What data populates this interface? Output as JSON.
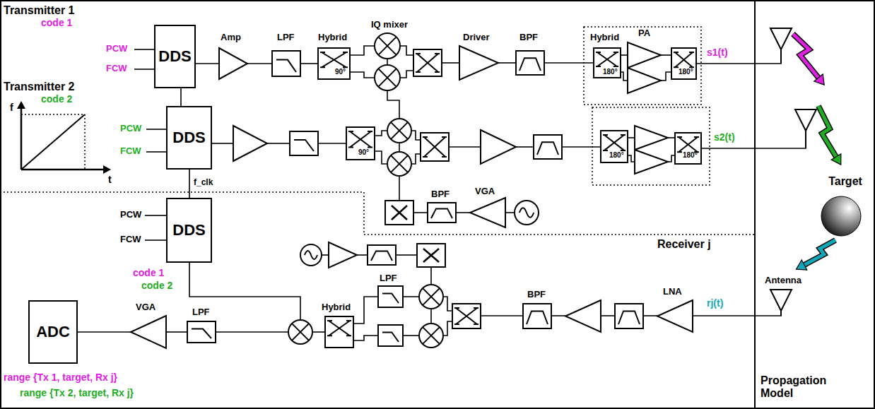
{
  "diagram": {
    "nodes": [
      {
        "text": [
          "DDS"
        ]
      },
      {
        "text": [
          "DDS"
        ]
      },
      {
        "text": [
          "DDS"
        ]
      },
      {
        "text": [
          "ADC"
        ]
      },
      {
        "text": [
          "Target"
        ]
      }
    ],
    "edges": [
      {
        "from": 0,
        "to": 1,
        "arrow": "none"
      },
      {
        "from": 1,
        "to": 2,
        "arrow": "none",
        "label": "f_clk"
      }
    ],
    "labels": [
      "Transmitter 1",
      "code 1",
      "PCW",
      "FCW",
      "Amp",
      "LPF",
      "Hybrid",
      "90°",
      "IQ mixer",
      "Driver",
      "BPF",
      "Hybrid",
      "180°",
      "PA",
      "180°",
      "s1(t)",
      "Transmitter 2",
      "code 2",
      "f",
      "t",
      "PCW",
      "FCW",
      "90°",
      "180°",
      "180°",
      "s2(t)",
      "BPF",
      "VGA",
      "PCW",
      "FCW",
      "code 1",
      "code 2",
      "Receiver j",
      "Antenna",
      "LNA",
      "BPF",
      "Hybrid",
      "LPF",
      "VGA",
      "LPF",
      "rj(t)",
      "range {Tx 1, target, Rx j}",
      "range {Tx 2, target, Rx j}",
      "Propagation Model"
    ]
  }
}
